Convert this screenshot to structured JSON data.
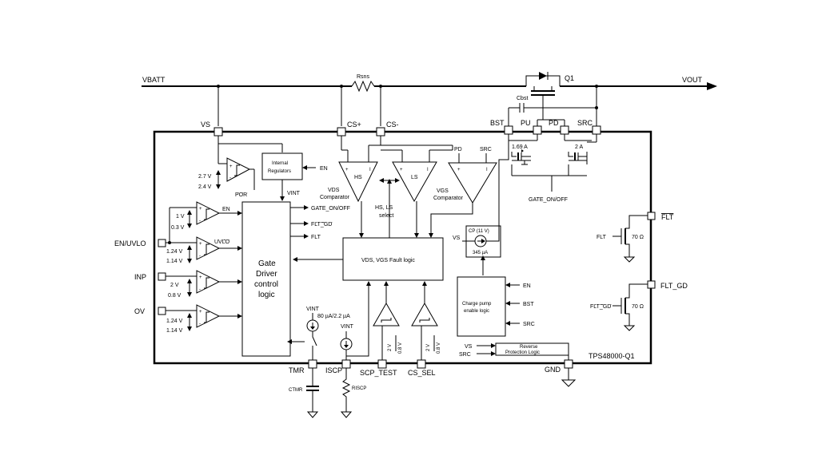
{
  "rails": {
    "vbatt": "VBATT",
    "vout": "VOUT",
    "rsns": "Rsns",
    "q1": "Q1",
    "cbst": "Cbst"
  },
  "pins": {
    "vs": "VS",
    "cs_plus": "CS+",
    "cs_minus": "CS-",
    "bst": "BST",
    "pu": "PU",
    "pd": "PD",
    "src": "SRC",
    "en_uvlo": "EN/UVLO",
    "inp": "INP",
    "ov": "OV",
    "tmr": "TMR",
    "iscp": "ISCP",
    "scp_test": "SCP_TEST",
    "cs_sel": "CS_SEL",
    "gnd": "GND",
    "flt": "FLT",
    "flt_gd": "FLT_GD"
  },
  "blocks": {
    "internal_regulators": [
      "Internal",
      "Regulators"
    ],
    "gate_driver": [
      "Gate",
      "Driver",
      "control",
      "logic"
    ],
    "fault_logic": "VDS, VGS Fault logic",
    "charge_pump": [
      "Charge pump",
      "enable logic"
    ],
    "reverse_protection": [
      "Reverse",
      "Protection Logic"
    ],
    "part_number": "TPS48000-Q1"
  },
  "comparators": {
    "hs": "HS",
    "ls": "LS",
    "vds_label": [
      "VDS",
      "Comparator"
    ],
    "vgs_label": [
      "VGS",
      "Comparator"
    ],
    "hs_ls_select": [
      "HS, LS",
      "select"
    ]
  },
  "thresholds": {
    "por_hi": "2.7 V",
    "por_lo": "2.4 V",
    "por": "POR",
    "en_hi": "1 V",
    "en_lo": "0.3 V",
    "en": "EN",
    "uvlo_hi": "1.24 V",
    "uvlo_lo": "1.14 V",
    "uvlo": "UVLO",
    "inp_hi": "2 V",
    "inp_lo": "0.8 V",
    "ov_hi": "1.24 V",
    "ov_lo": "1.14 V",
    "scp_hi": "2 V",
    "scp_lo": "0.8 V",
    "cs_hi": "2 V",
    "cs_lo": "0.8 V"
  },
  "signals": {
    "en_input": "EN",
    "vint": "VINT",
    "gate_on_off": "GATE_ON/OFF",
    "flt_gd": "FLT_GD",
    "flt": "FLT",
    "gate_on_off_bottom": "GATE_ON/OFF",
    "pd_top": "PD",
    "src_top": "SRC",
    "pu_current": "1.69 A",
    "pd_current": "2 A",
    "cp": "CP (11 V)",
    "cp_current": "345 µA",
    "vs_cp": "VS",
    "tmr_source": "80 µA/2.2 µA",
    "vint_tmr": "VINT",
    "vint_iscp": "VINT",
    "cp_en": "EN",
    "cp_bst": "BST",
    "cp_src": "SRC",
    "rp_vs": "VS",
    "rp_src": "SRC",
    "flt_drive": "FLT",
    "flt_gd_drive": "FLT_GD",
    "r_flt": "70 Ω",
    "r_fltgd": "70 Ω",
    "ctmr": "CTMR",
    "riscp": "RISCP"
  }
}
